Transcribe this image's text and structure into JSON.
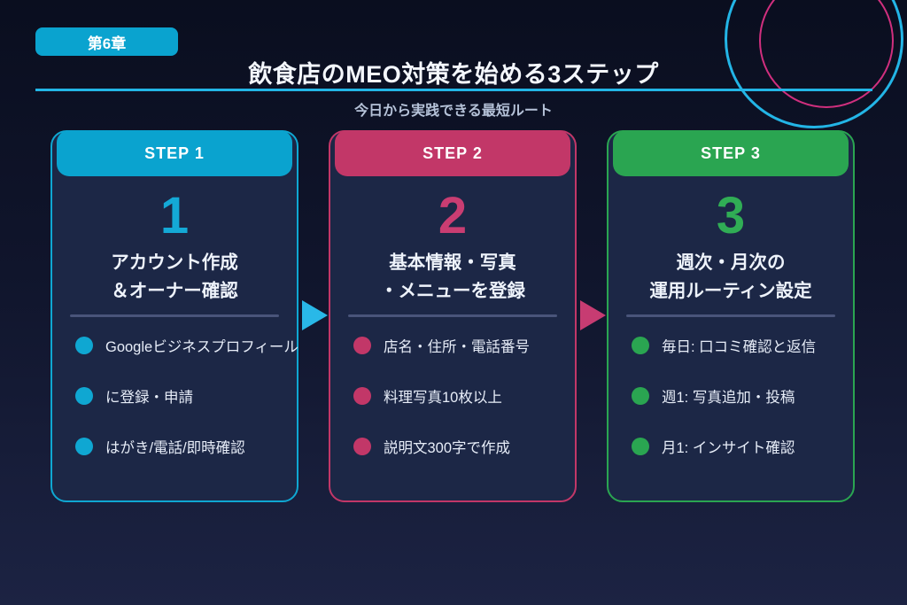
{
  "page": {
    "badge": "第6章",
    "title": "飲食店のMEO対策を始める3ステップ",
    "subtitle": "今日から実践できる最短ルート"
  },
  "colors": {
    "background_top": "#0a0e1f",
    "background_bottom": "#1c2343",
    "card_background": "#1c2746",
    "accent_cyan": "#0aa3cf",
    "accent_pink": "#c23768",
    "accent_green": "#2aa551",
    "bright_cyan_line": "#23b5e6",
    "bright_pink_circle": "#d02f7e",
    "divider": "#49547a"
  },
  "steps": [
    {
      "header": "STEP 1",
      "number": "1",
      "accent": "#0aa3cf",
      "title_lines": [
        "アカウント作成",
        "＆オーナー確認"
      ],
      "bullets": [
        "Googleビジネスプロフィール",
        "に登録・申請",
        "はがき/電話/即時確認"
      ]
    },
    {
      "header": "STEP 2",
      "number": "2",
      "accent": "#c23768",
      "title_lines": [
        "基本情報・写真",
        "・メニューを登録"
      ],
      "bullets": [
        "店名・住所・電話番号",
        "料理写真10枚以上",
        "説明文300字で作成"
      ]
    },
    {
      "header": "STEP 3",
      "number": "3",
      "accent": "#2aa551",
      "title_lines": [
        "週次・月次の",
        "運用ルーティン設定"
      ],
      "bullets": [
        "毎日: 口コミ確認と返信",
        "週1: 写真追加・投稿",
        "月1: インサイト確認"
      ]
    }
  ]
}
